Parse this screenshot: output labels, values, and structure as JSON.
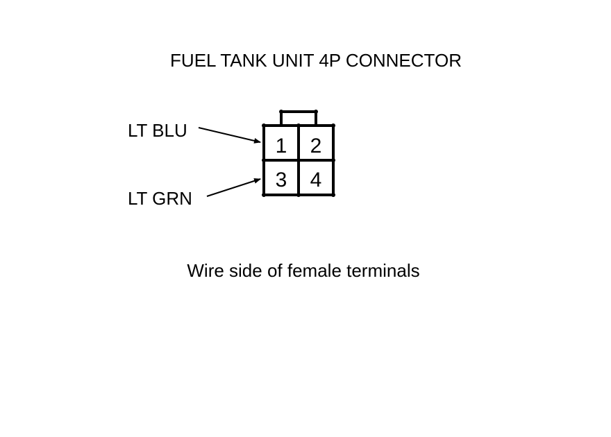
{
  "title": "FUEL TANK UNIT 4P CONNECTOR",
  "caption": "Wire side of female terminals",
  "wires": [
    {
      "label": "LT BLU",
      "terminal": "1"
    },
    {
      "label": "LT GRN",
      "terminal": "3"
    }
  ],
  "terminals": [
    "1",
    "2",
    "3",
    "4"
  ],
  "colors": {
    "line": "#000000",
    "background": "#ffffff"
  }
}
